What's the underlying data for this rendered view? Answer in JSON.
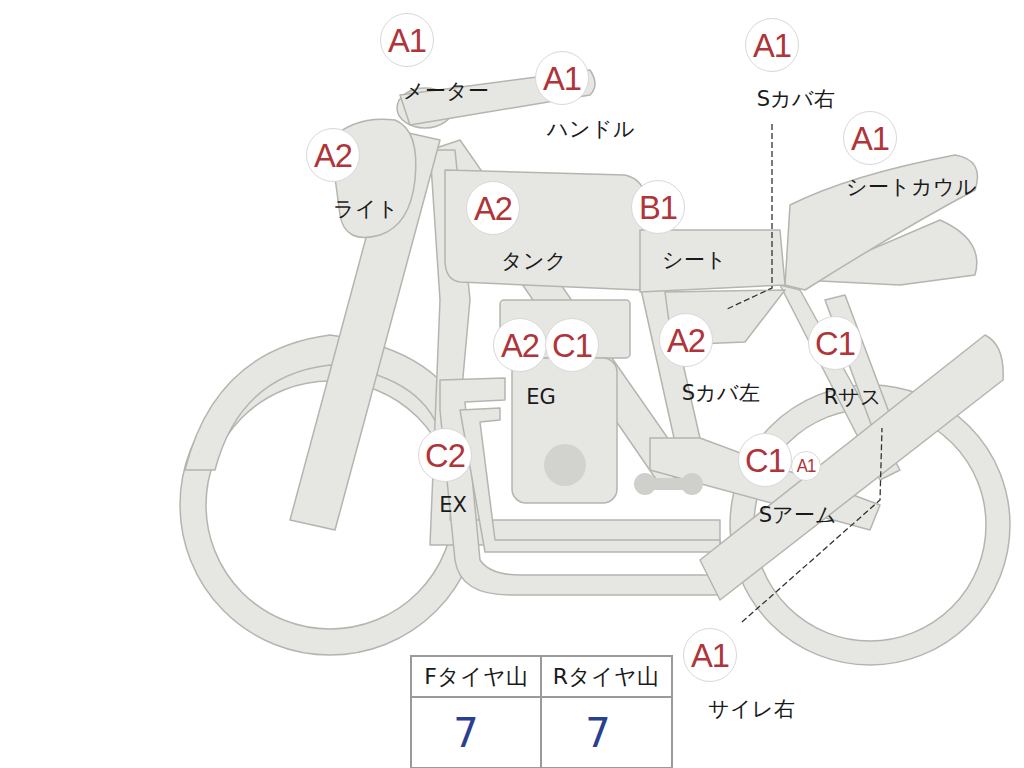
{
  "diagram": {
    "nodes": [
      {
        "text": [
          "A1",
          "メーター"
        ]
      },
      {
        "text": [
          "A1",
          "ハンドル"
        ]
      },
      {
        "text": [
          "A1",
          "Sカバ右"
        ]
      },
      {
        "text": [
          "A2",
          "ライト"
        ]
      },
      {
        "text": [
          "A1",
          "シートカウル"
        ]
      },
      {
        "text": [
          "A2",
          "タンク"
        ]
      },
      {
        "text": [
          "B1",
          "シート"
        ]
      },
      {
        "text": [
          "A2",
          "EG"
        ]
      },
      {
        "text": [
          "C1"
        ]
      },
      {
        "text": [
          "A2",
          "Sカバ左"
        ]
      },
      {
        "text": [
          "C1",
          "Rサス"
        ]
      },
      {
        "text": [
          "C2",
          "EX"
        ]
      },
      {
        "text": [
          "C1",
          "Sアーム"
        ]
      },
      {
        "text": [
          "A1"
        ]
      },
      {
        "text": [
          "A1",
          "サイレ右"
        ]
      }
    ],
    "labels": [
      "Fタイヤ山",
      "Rタイヤ山",
      "7",
      "7"
    ]
  }
}
